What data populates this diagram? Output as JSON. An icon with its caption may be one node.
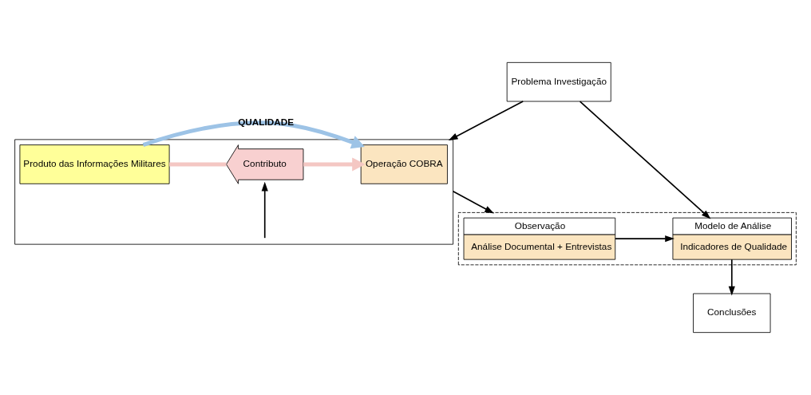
{
  "diagram": {
    "nodes": [
      {
        "text": [],
        "shape": "box"
      },
      {
        "text": [
          "Operação COBRA"
        ],
        "in": 0
      },
      {
        "text": [
          "Contributo"
        ],
        "in": 0
      },
      {
        "text": [
          "Produto das Informações Militares"
        ],
        "in": 0
      },
      {
        "text": [
          "Problema Investigação"
        ]
      },
      {
        "text": [],
        "shape": "box"
      },
      {
        "text": [
          "Observação",
          "Análise Documental + Entrevistas"
        ],
        "in": 5
      },
      {
        "text": [
          "Modelo de Análise",
          "Indicadores de Qualidade"
        ],
        "in": 5
      },
      {
        "text": [
          "Conclusões"
        ]
      }
    ],
    "edges": [
      {
        "from": 3,
        "to": 2,
        "arrow": "none",
        "style": "thick",
        "color": "#f4c7c3"
      },
      {
        "from": 2,
        "to": 1,
        "arrow": "to",
        "style": "thick",
        "color": "#f4c7c3"
      },
      {
        "from": 3,
        "to": 1,
        "arrow": "to",
        "label": "QUALIDADE",
        "style": "thick",
        "color": "#9dc3e6"
      },
      {
        "from": null,
        "to": 2,
        "arrow": "to"
      },
      {
        "from": 4,
        "to": 0,
        "arrow": "to"
      },
      {
        "from": 0,
        "to": 5,
        "arrow": "to"
      },
      {
        "from": 4,
        "to": 7,
        "arrow": "to"
      },
      {
        "from": 6,
        "to": 7,
        "arrow": "to"
      },
      {
        "from": 7,
        "to": 8,
        "arrow": "to"
      }
    ]
  }
}
